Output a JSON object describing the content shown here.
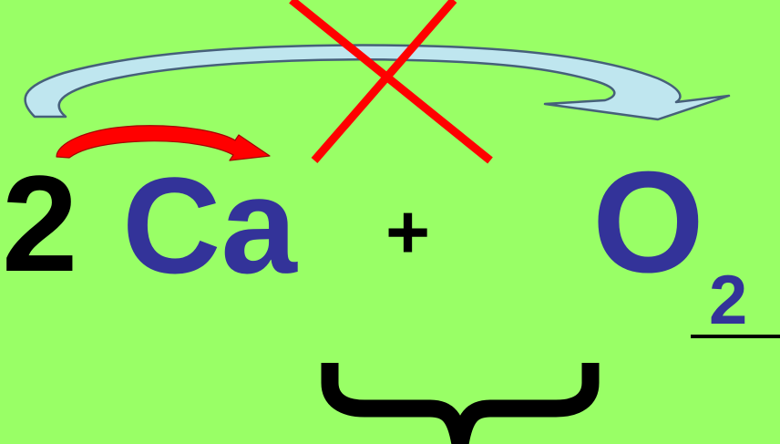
{
  "equation": {
    "coefficient": "2",
    "reactant_1": "Ca",
    "operator": "+",
    "reactant_2": "O",
    "subscript": "2"
  },
  "colors": {
    "background": "#99ff66",
    "formula_text": "#333399",
    "coefficient_text": "#000000",
    "cross_mark": "#ff0000",
    "red_arrow": "#ff0000",
    "blue_arrow_fill": "#bfe6ef",
    "blue_arrow_stroke": "#46607a",
    "brace": "#000000"
  }
}
